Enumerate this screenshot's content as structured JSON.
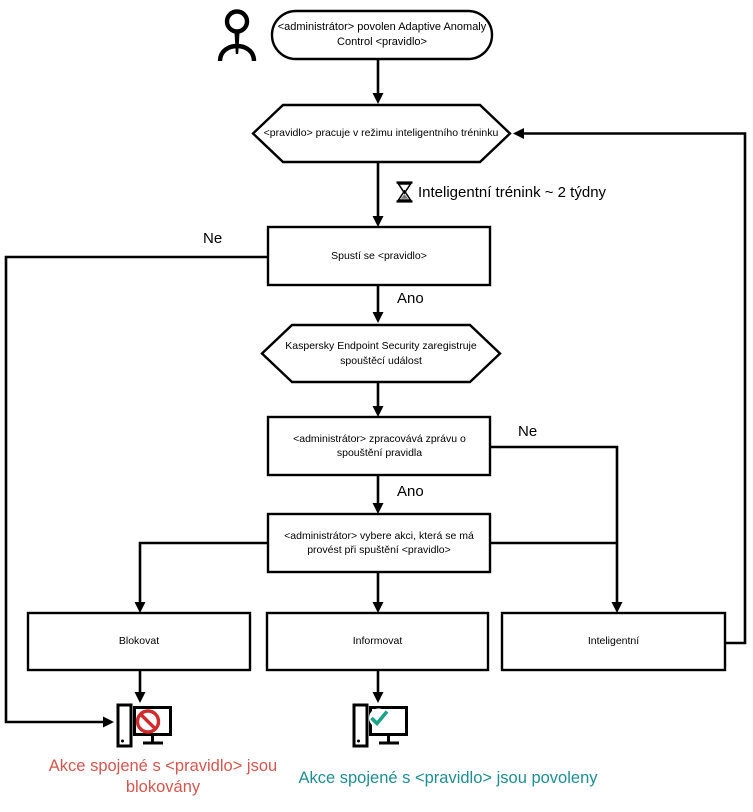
{
  "flowchart": {
    "nodes": {
      "start": "<administrátor> povolen Adaptive Anomaly Control <pravidlo>",
      "training_mode": "<pravidlo> pracuje v režimu inteligentního tréninku",
      "training_note": "Inteligentní trénink ~ 2 týdny",
      "rule_triggers": "Spustí se <pravidlo>",
      "register_event": "Kaspersky Endpoint Security zaregistruje spouštěcí událost",
      "admin_report": "<administrátor> zpracovává zprávu o spouštění pravidla",
      "admin_action": "<administrátor> vybere akci, která se má provést při spuštění <pravidlo>",
      "action_block": "Blokovat",
      "action_inform": "Informovat",
      "action_smart": "Inteligentní"
    },
    "edge_labels": {
      "rule_no": "Ne",
      "rule_yes": "Ano",
      "report_no": "Ne",
      "report_yes": "Ano"
    },
    "outcomes": {
      "blocked": "Akce spojené s <pravidlo> jsou blokovány",
      "allowed": "Akce spojené s <pravidlo> jsou povoleny"
    },
    "colors": {
      "blocked_text": "#d4574e",
      "allowed_text": "#1f8e93",
      "prohibition_icon": "#d22b2b",
      "check_icon": "#1ba38a",
      "line": "#000000"
    },
    "icons": {
      "actor": "person-icon",
      "wait": "hourglass-icon",
      "blocked_result": "computer-blocked-icon",
      "allowed_result": "computer-allowed-icon"
    }
  }
}
